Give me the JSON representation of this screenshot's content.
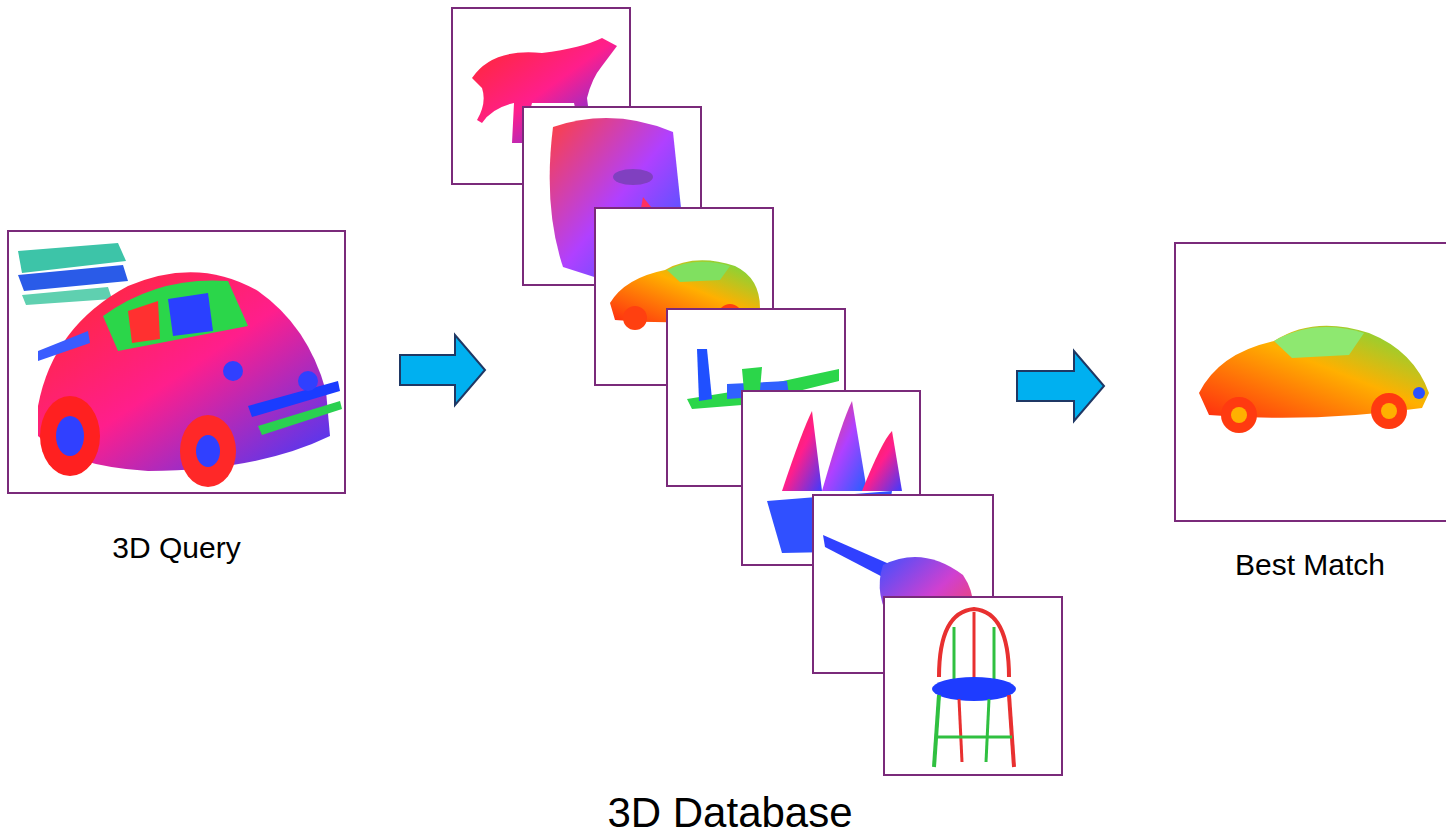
{
  "diagram": {
    "nodes": [
      {
        "text": [
          "3D Query"
        ]
      },
      {
        "text": [
          "3D Database"
        ]
      },
      {
        "text": [
          "Best Match"
        ]
      }
    ],
    "edges": [
      {
        "from": 0,
        "to": 1,
        "arrow": "to"
      },
      {
        "from": 1,
        "to": 2,
        "arrow": "to"
      }
    ]
  }
}
